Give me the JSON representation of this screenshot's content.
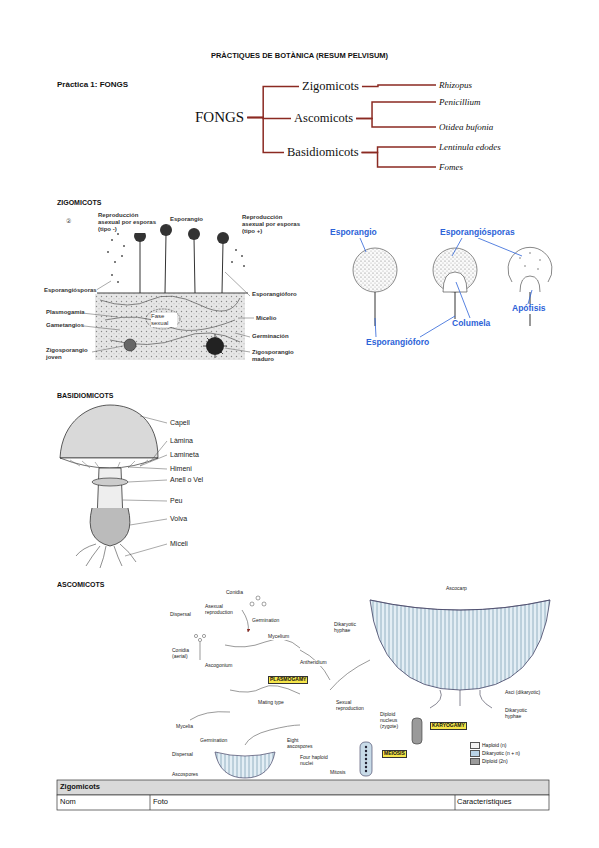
{
  "diagram": {
    "title": "PRÀCTIQUES DE BOTÀNICA (RESUM PELVISUM)",
    "nodes": [
      {
        "text": [
          "FONGS"
        ]
      },
      {
        "text": [
          "Zigomicots"
        ]
      },
      {
        "text": [
          "Ascomicots"
        ]
      },
      {
        "text": [
          "Basidiomicots"
        ]
      },
      {
        "text": [
          "Rhizopus"
        ]
      },
      {
        "text": [
          "Penicillium"
        ]
      },
      {
        "text": [
          "Otidea bufonia"
        ]
      },
      {
        "text": [
          "Lentinula edodes"
        ]
      },
      {
        "text": [
          "Fomes"
        ]
      }
    ],
    "edges": [
      {
        "from": 0,
        "to": 1,
        "arrow": "none"
      },
      {
        "from": 0,
        "to": 2,
        "arrow": "none"
      },
      {
        "from": 0,
        "to": 3,
        "arrow": "none"
      },
      {
        "from": 1,
        "to": 4,
        "arrow": "none"
      },
      {
        "from": 2,
        "to": 5,
        "arrow": "none"
      },
      {
        "from": 2,
        "to": 6,
        "arrow": "none"
      },
      {
        "from": 3,
        "to": 7,
        "arrow": "none"
      },
      {
        "from": 3,
        "to": 8,
        "arrow": "none"
      }
    ],
    "labels": [
      "Pràctica 1: FONGS",
      "ZIGOMICOTS",
      "BASIDIOMICOTS",
      "ASCOMICOTS",
      "②",
      "Reproducción asexual por esporas (tipo -)",
      "Esporangio",
      "Reproducción asexual por esporas (tipo +)",
      "Esporangiósporas",
      "Esporangióforo",
      "Plasmogamia",
      "Micelio",
      "Gametangios",
      "Fase sexual",
      "Germinación",
      "Zigosporangio joven",
      "Zigosporangio maduro",
      "Esporangio",
      "Esporangiósporas",
      "Apófisis",
      "Columela",
      "Esporangióforo",
      "Capell",
      "Làmina",
      "Lamineta",
      "Himeni",
      "Anell o Vel",
      "Peu",
      "Volva",
      "Miceli",
      "Conidia",
      "Dispersal",
      "Asexual reproduction",
      "Germination",
      "Mycelium",
      "Conidia (aerial)",
      "Ascogonium",
      "Antheridium",
      "PLASMOGAMY",
      "Mating type",
      "Sexual reproduction",
      "Ascocarp",
      "Dikaryotic hyphae",
      "Mycelia",
      "Germination",
      "Dispersal",
      "Ascospores",
      "Eight ascospores",
      "Four haploid nuclei",
      "Diploid nucleus (zygote)",
      "KARYOGAMY",
      "MEIOSIS",
      "Mitosis",
      "Asci (dikaryotic)",
      "Dikaryotic hyphae",
      "Zigomicots",
      "Nom",
      "Foto",
      "Característiques"
    ],
    "legend": [
      {
        "text": "Haploid (n)",
        "color": "#f2f2f2"
      },
      {
        "text": "Dikaryotic (n + n)",
        "color": "#b9d3e6"
      },
      {
        "text": "Diploid (2n)",
        "color": "#9a9a9a"
      }
    ]
  }
}
